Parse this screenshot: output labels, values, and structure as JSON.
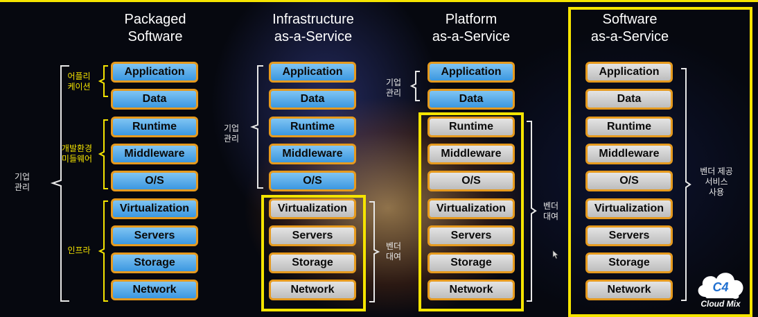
{
  "columns": [
    {
      "title": "Packaged\nSoftware",
      "layers": [
        {
          "label": "Application",
          "fill": "blue"
        },
        {
          "label": "Data",
          "fill": "blue"
        },
        {
          "label": "Runtime",
          "fill": "blue"
        },
        {
          "label": "Middleware",
          "fill": "blue"
        },
        {
          "label": "O/S",
          "fill": "blue"
        },
        {
          "label": "Virtualization",
          "fill": "blue"
        },
        {
          "label": "Servers",
          "fill": "blue"
        },
        {
          "label": "Storage",
          "fill": "blue"
        },
        {
          "label": "Network",
          "fill": "blue"
        }
      ]
    },
    {
      "title": "Infrastructure\nas-a-Service",
      "layers": [
        {
          "label": "Application",
          "fill": "blue"
        },
        {
          "label": "Data",
          "fill": "blue"
        },
        {
          "label": "Runtime",
          "fill": "blue"
        },
        {
          "label": "Middleware",
          "fill": "blue"
        },
        {
          "label": "O/S",
          "fill": "blue"
        },
        {
          "label": "Virtualization",
          "fill": "gray"
        },
        {
          "label": "Servers",
          "fill": "gray"
        },
        {
          "label": "Storage",
          "fill": "gray"
        },
        {
          "label": "Network",
          "fill": "gray"
        }
      ]
    },
    {
      "title": "Platform\nas-a-Service",
      "layers": [
        {
          "label": "Application",
          "fill": "blue"
        },
        {
          "label": "Data",
          "fill": "blue"
        },
        {
          "label": "Runtime",
          "fill": "gray"
        },
        {
          "label": "Middleware",
          "fill": "gray"
        },
        {
          "label": "O/S",
          "fill": "gray"
        },
        {
          "label": "Virtualization",
          "fill": "gray"
        },
        {
          "label": "Servers",
          "fill": "gray"
        },
        {
          "label": "Storage",
          "fill": "gray"
        },
        {
          "label": "Network",
          "fill": "gray"
        }
      ]
    },
    {
      "title": "Software\nas-a-Service",
      "layers": [
        {
          "label": "Application",
          "fill": "gray"
        },
        {
          "label": "Data",
          "fill": "gray"
        },
        {
          "label": "Runtime",
          "fill": "gray"
        },
        {
          "label": "Middleware",
          "fill": "gray"
        },
        {
          "label": "O/S",
          "fill": "gray"
        },
        {
          "label": "Virtualization",
          "fill": "gray"
        },
        {
          "label": "Servers",
          "fill": "gray"
        },
        {
          "label": "Storage",
          "fill": "gray"
        },
        {
          "label": "Network",
          "fill": "gray"
        }
      ]
    }
  ],
  "annotations": {
    "packaged_application": "어플리\n케이션",
    "packaged_devenv": "개발환경\n미들웨어",
    "packaged_infra": "인프라",
    "packaged_enterprise": "기업\n관리",
    "iaas_enterprise": "기업\n관리",
    "iaas_vendor": "벤더\n대여",
    "paas_enterprise": "기업\n관리",
    "paas_vendor": "벤더\n대여",
    "saas_vendor": "벤더 제공\n서비스\n사용"
  },
  "logo": {
    "mark": "C4",
    "name": "Cloud Mix"
  },
  "colors": {
    "highlight": "#f5e400",
    "box_border": "#e69a1e",
    "managed_fill": "#5aaeea",
    "vendor_fill": "#d2d2d2"
  }
}
